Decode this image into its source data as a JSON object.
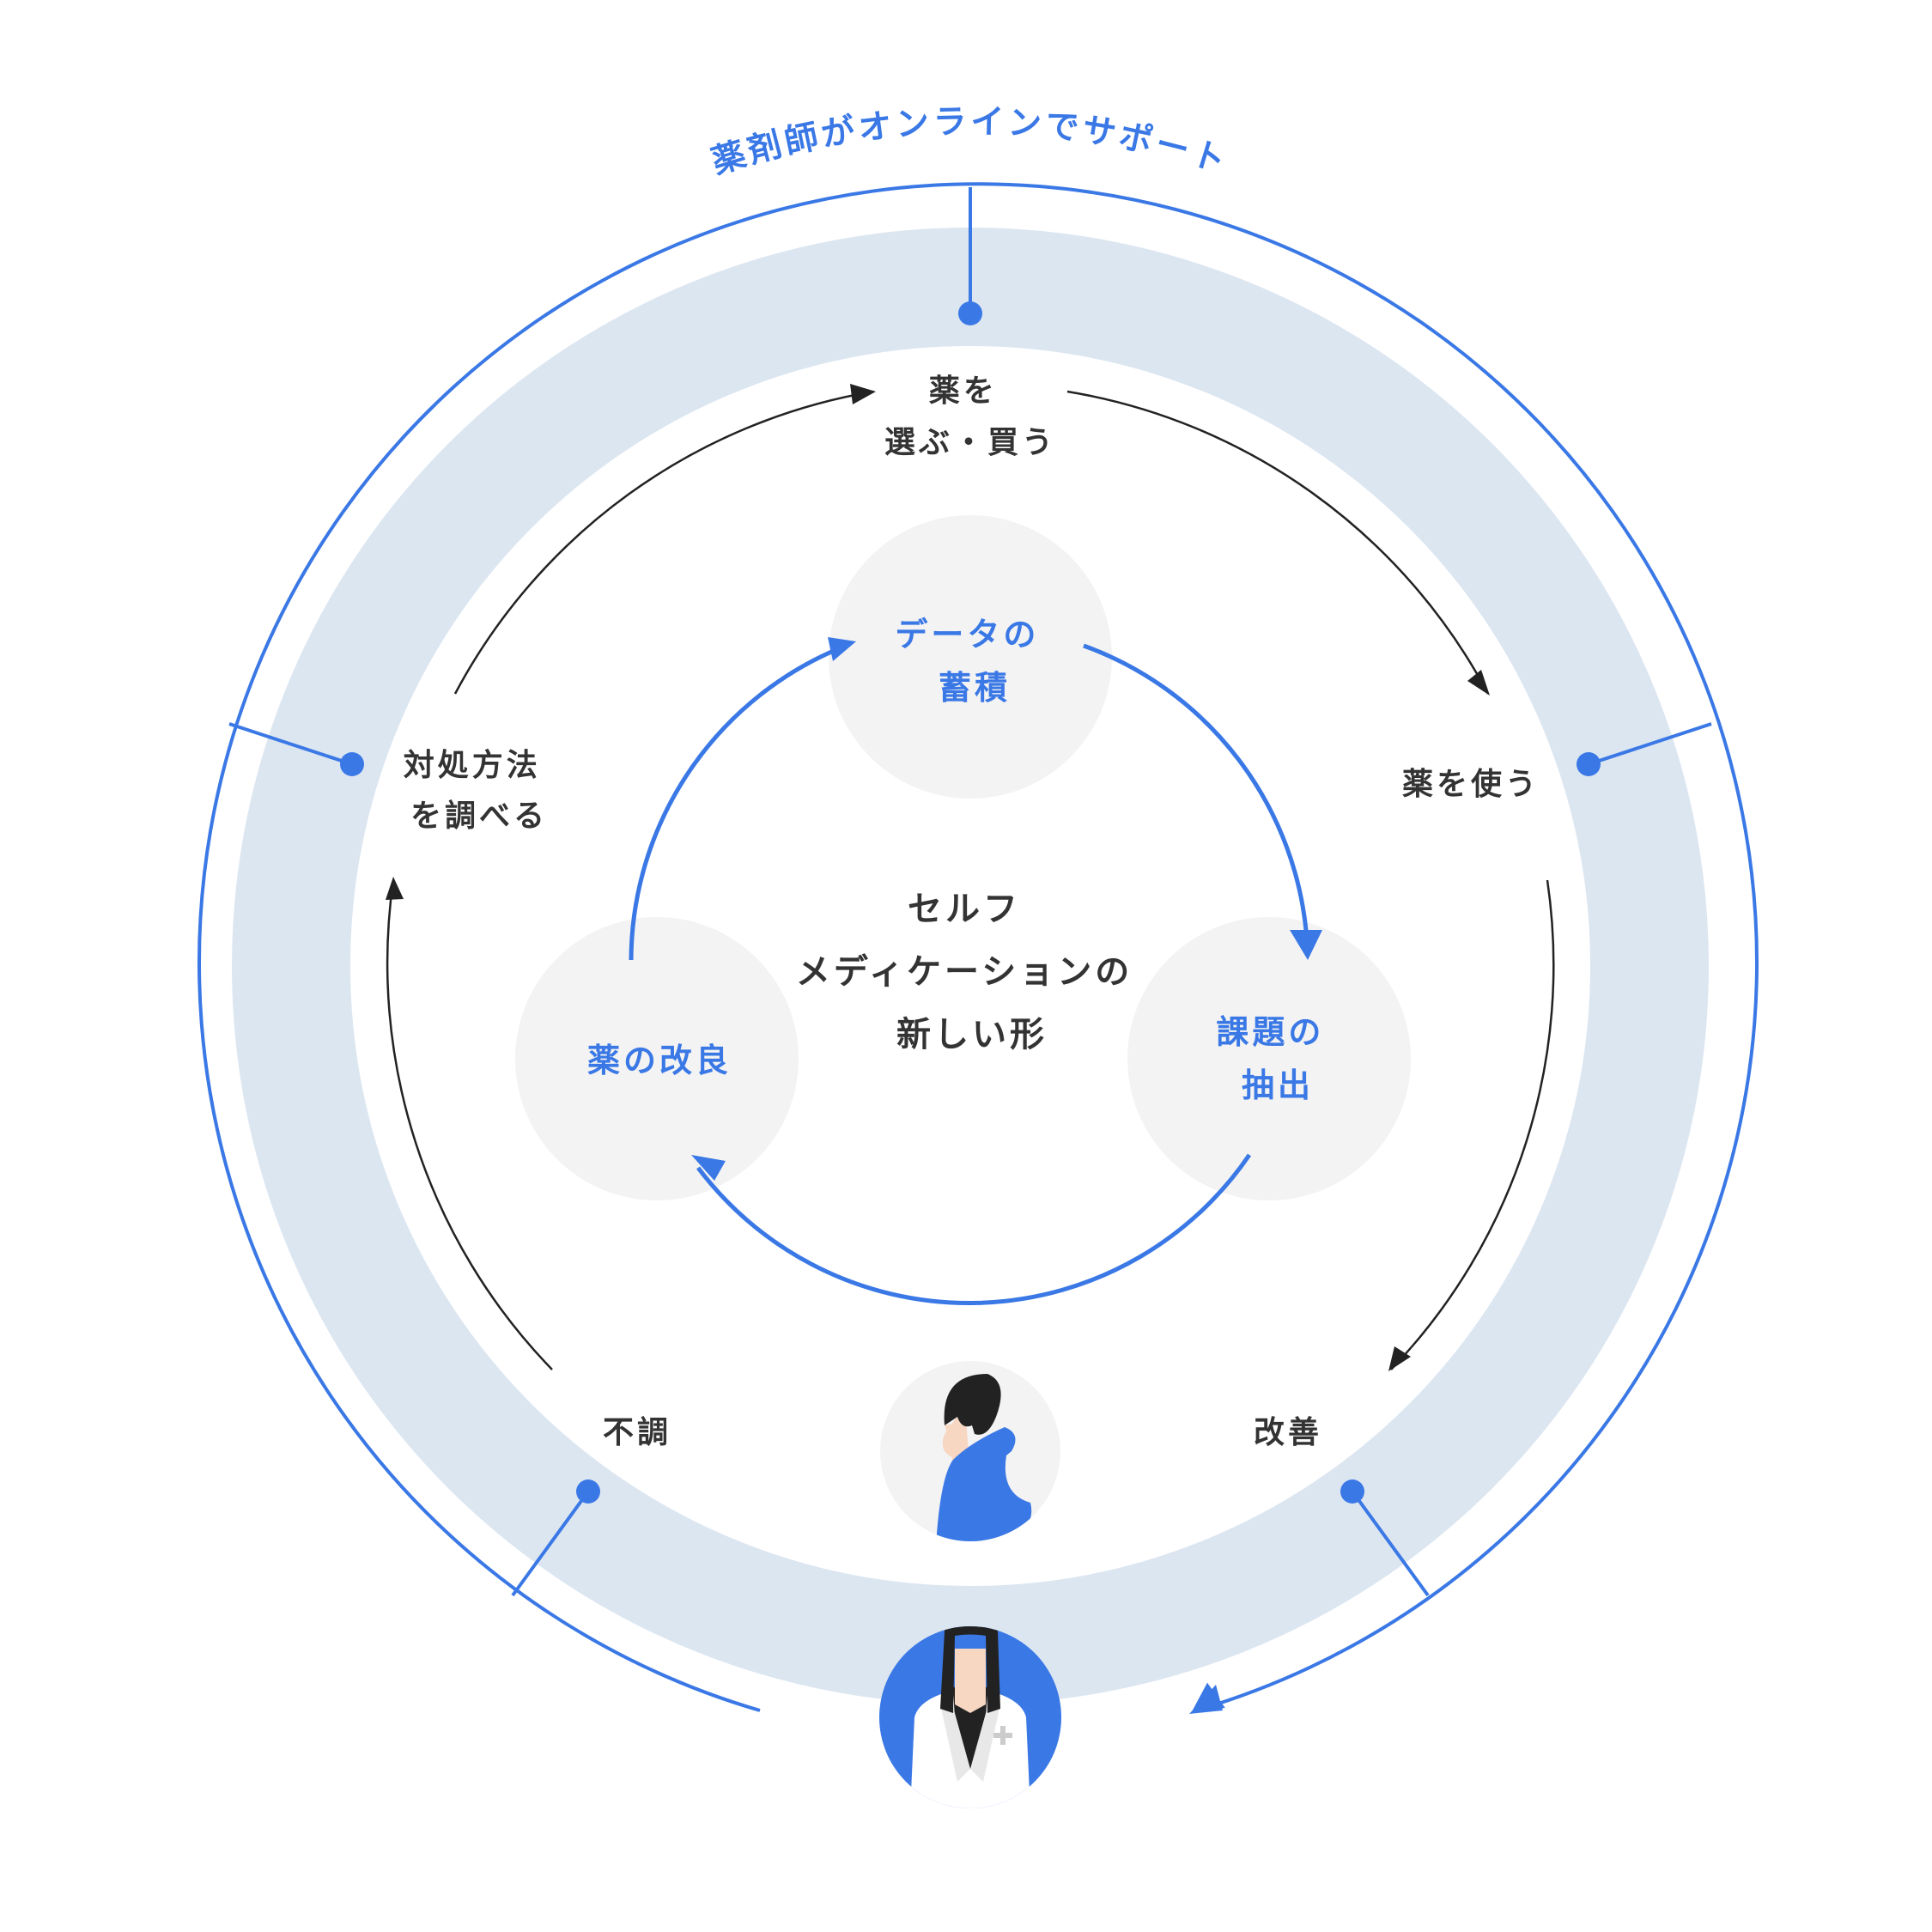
{
  "support_label": "薬剤師がオンラインでサポート",
  "outer_cycle": {
    "select_buy": [
      "薬を",
      "選ぶ・買う"
    ],
    "use": "薬を使う",
    "improve": "改善",
    "unwell": "不調",
    "research": [
      "対処方法",
      "を調べる"
    ]
  },
  "inner_cycle": {
    "data": [
      "データの",
      "蓄積"
    ],
    "issues": [
      "課題の",
      "抽出"
    ],
    "drug_improvement": "薬の改良"
  },
  "center_title": [
    "セルフ",
    "メディケーションの",
    "新しい形"
  ],
  "colors": {
    "accent": "#3a78e6",
    "ring_band": "#dce6f1",
    "node_fill": "#f3f3f3",
    "text": "#333333"
  },
  "icons": [
    "user-icon",
    "pharmacist-icon"
  ]
}
